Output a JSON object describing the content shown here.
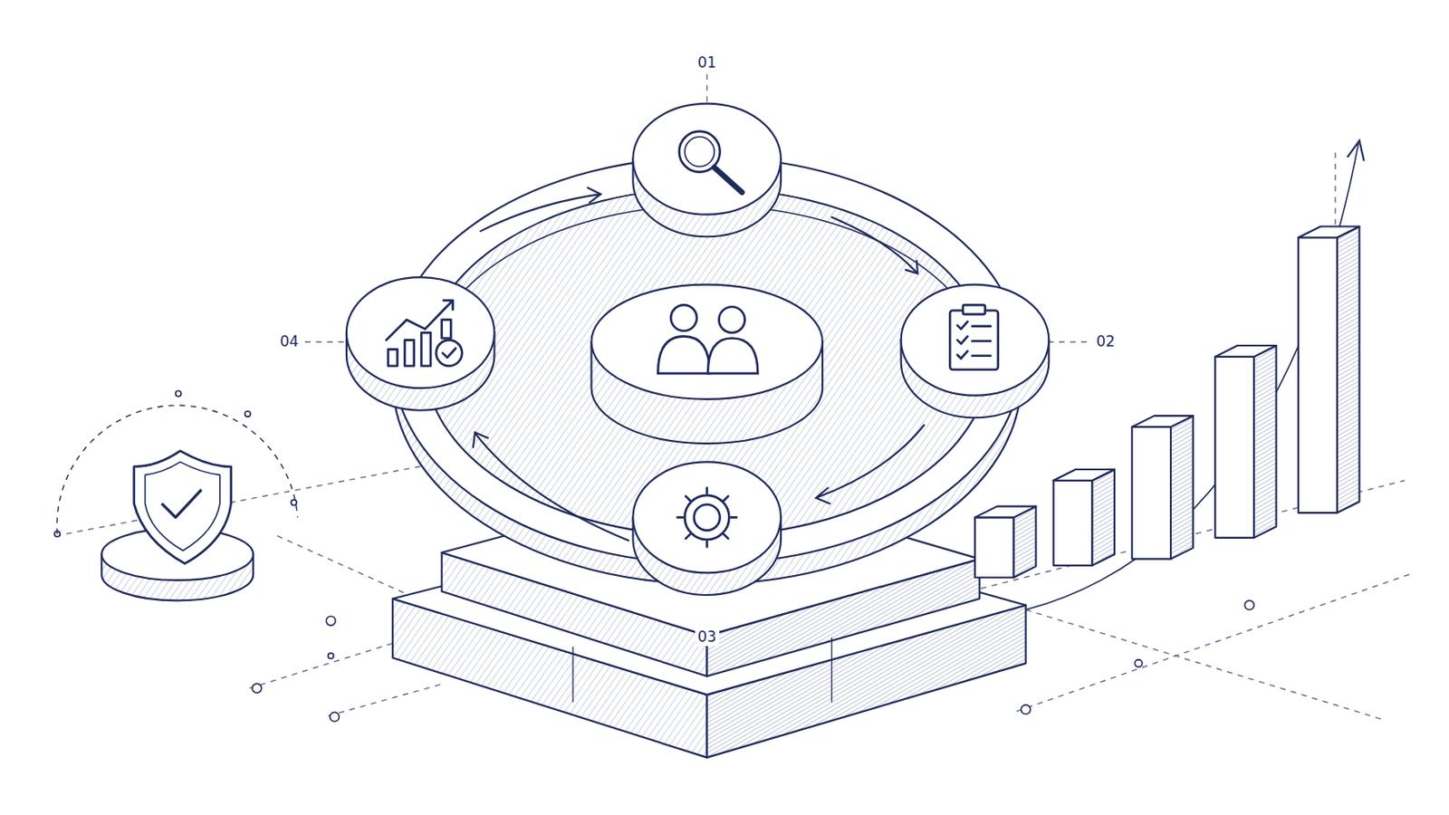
{
  "diagram": {
    "labels": [
      "01",
      "02",
      "03",
      "04"
    ]
  }
}
